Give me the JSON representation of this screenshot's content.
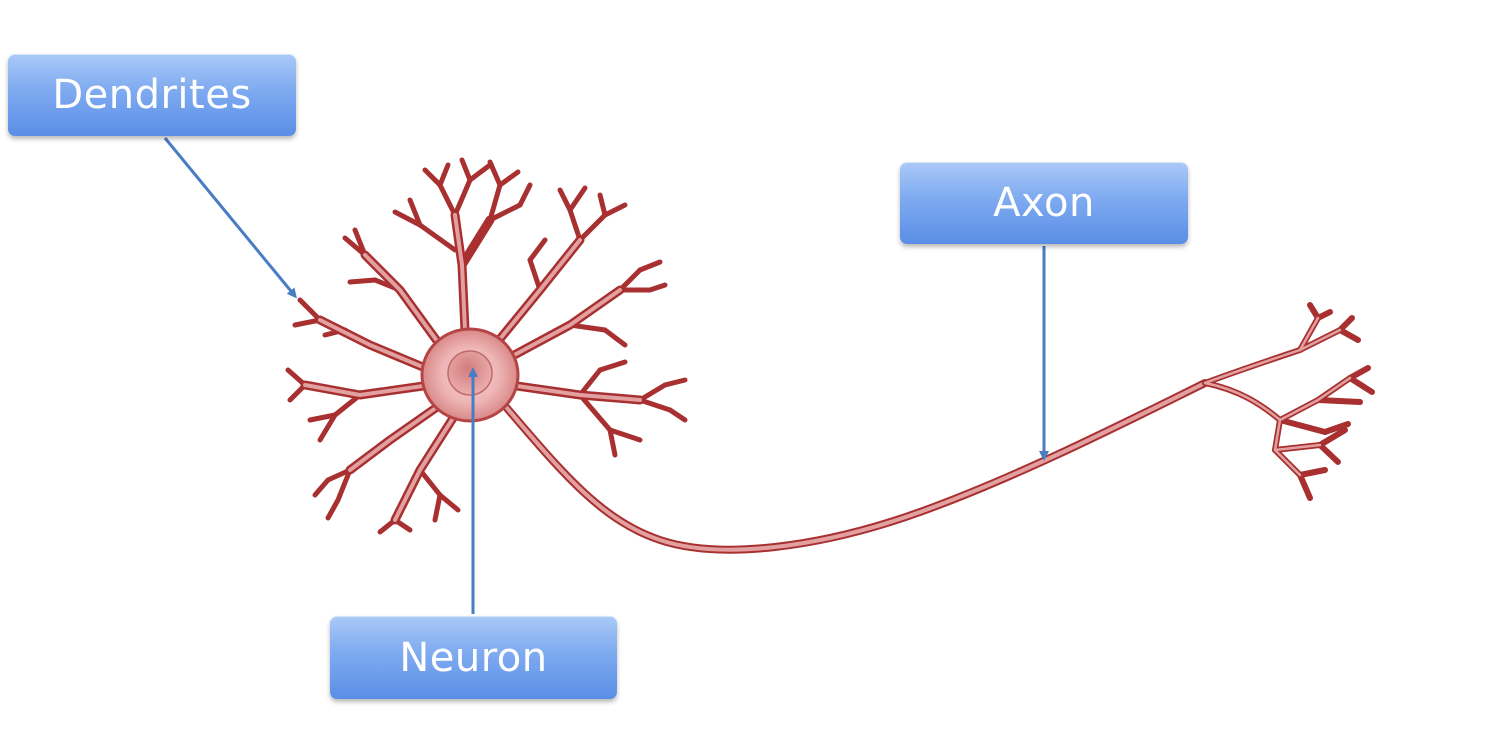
{
  "labels": {
    "dendrites": "Dendrites",
    "axon": "Axon",
    "neuron": "Neuron"
  },
  "colors": {
    "label_box_top": "#aac9f7",
    "label_box_bottom": "#5a8ee6",
    "label_text": "#ffffff",
    "pointer_arrow": "#4a7cc4",
    "neuron_outline": "#b33a3a",
    "neuron_fill": "#e4a2a2",
    "soma_fill": "#f2c4c4",
    "nucleus_fill": "#d98585"
  }
}
